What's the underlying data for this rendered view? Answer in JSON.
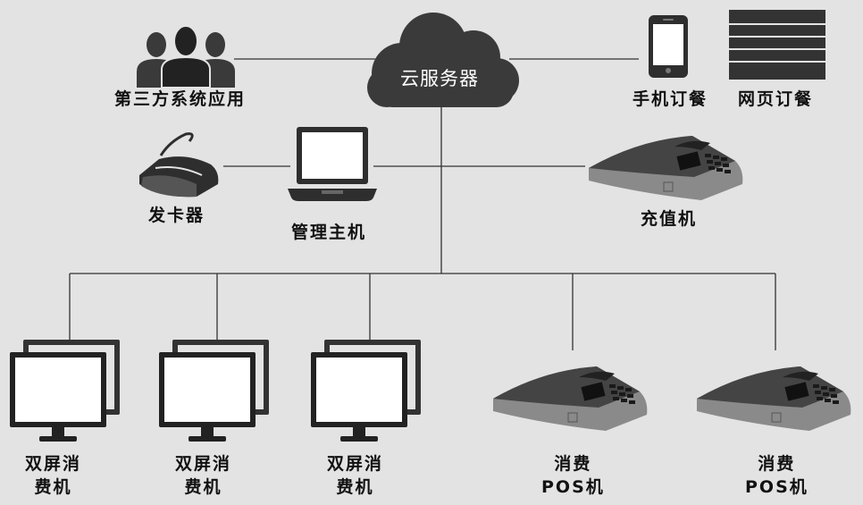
{
  "colors": {
    "background": "#e3e3e3",
    "line": "#333333",
    "device_dark": "#2e2e2e",
    "device_light": "#8a8a8a"
  },
  "cloud": {
    "label": "云服务器",
    "icon": "cloud-icon"
  },
  "nodes": {
    "third_party": {
      "label": "第三方系统应用",
      "icon": "users-icon"
    },
    "mobile_order": {
      "label": "手机订餐",
      "icon": "smartphone-icon"
    },
    "web_order": {
      "label": "网页订餐",
      "icon": "webpage-icon"
    },
    "card_issuer": {
      "label": "发卡器",
      "icon": "card-reader-icon"
    },
    "management_host": {
      "label": "管理主机",
      "icon": "laptop-icon"
    },
    "recharge_machine": {
      "label": "充值机",
      "icon": "pos-terminal-icon"
    }
  },
  "terminals": [
    {
      "label": "双屏消\n费机",
      "icon": "dual-monitor-icon"
    },
    {
      "label": "双屏消\n费机",
      "icon": "dual-monitor-icon"
    },
    {
      "label": "双屏消\n费机",
      "icon": "dual-monitor-icon"
    },
    {
      "label": "消费\nPOS机",
      "icon": "pos-terminal-icon"
    },
    {
      "label": "消费\nPOS机",
      "icon": "pos-terminal-icon"
    }
  ]
}
